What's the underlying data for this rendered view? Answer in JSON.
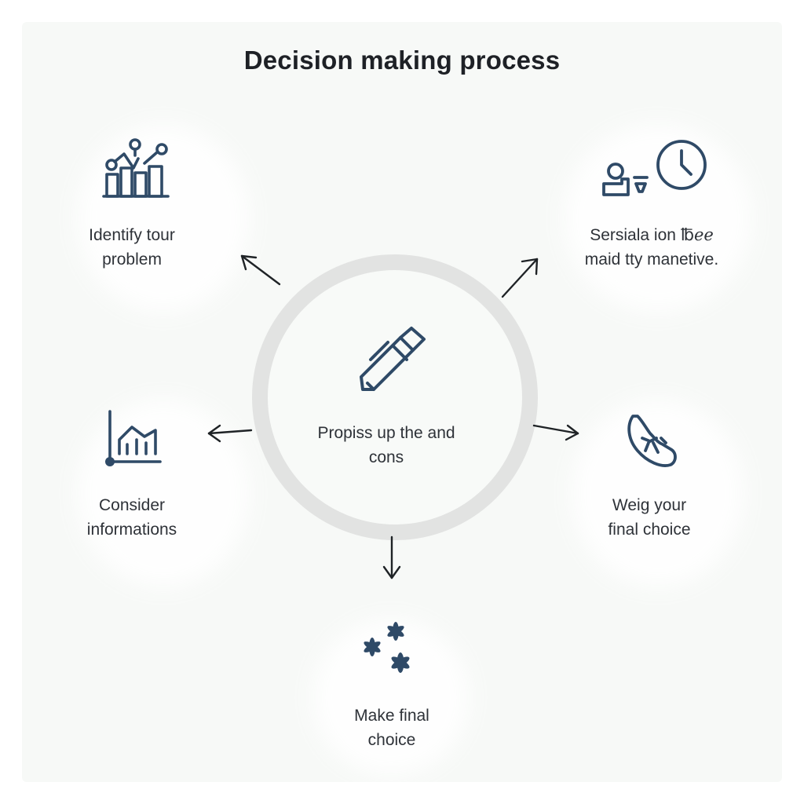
{
  "diagram": {
    "title": "Decision making process",
    "center": {
      "line1": "Propiss up the and",
      "line2": "cons",
      "icon": "pen-icon"
    },
    "nodes": [
      {
        "id": "identify",
        "line1": "Identify tour",
        "line2": "problem",
        "icon": "chart-network-icon"
      },
      {
        "id": "serialize",
        "line1": "Sersiala ion ℔ℯℯ",
        "line2": "maid tty manetive.",
        "icon": "person-clock-icon"
      },
      {
        "id": "consider",
        "line1": "Consider",
        "line2": "informations",
        "icon": "building-chart-icon"
      },
      {
        "id": "weigh",
        "line1": "Weig your",
        "line2": "final choice",
        "icon": "scale-icon"
      },
      {
        "id": "make",
        "line1": "Make final",
        "line2": "choice",
        "icon": "sparkles-icon"
      }
    ],
    "colors": {
      "icon": "#2f4a67",
      "arrow": "#1f2326",
      "ring": "#e2e3e2",
      "text": "#2e3238"
    }
  }
}
